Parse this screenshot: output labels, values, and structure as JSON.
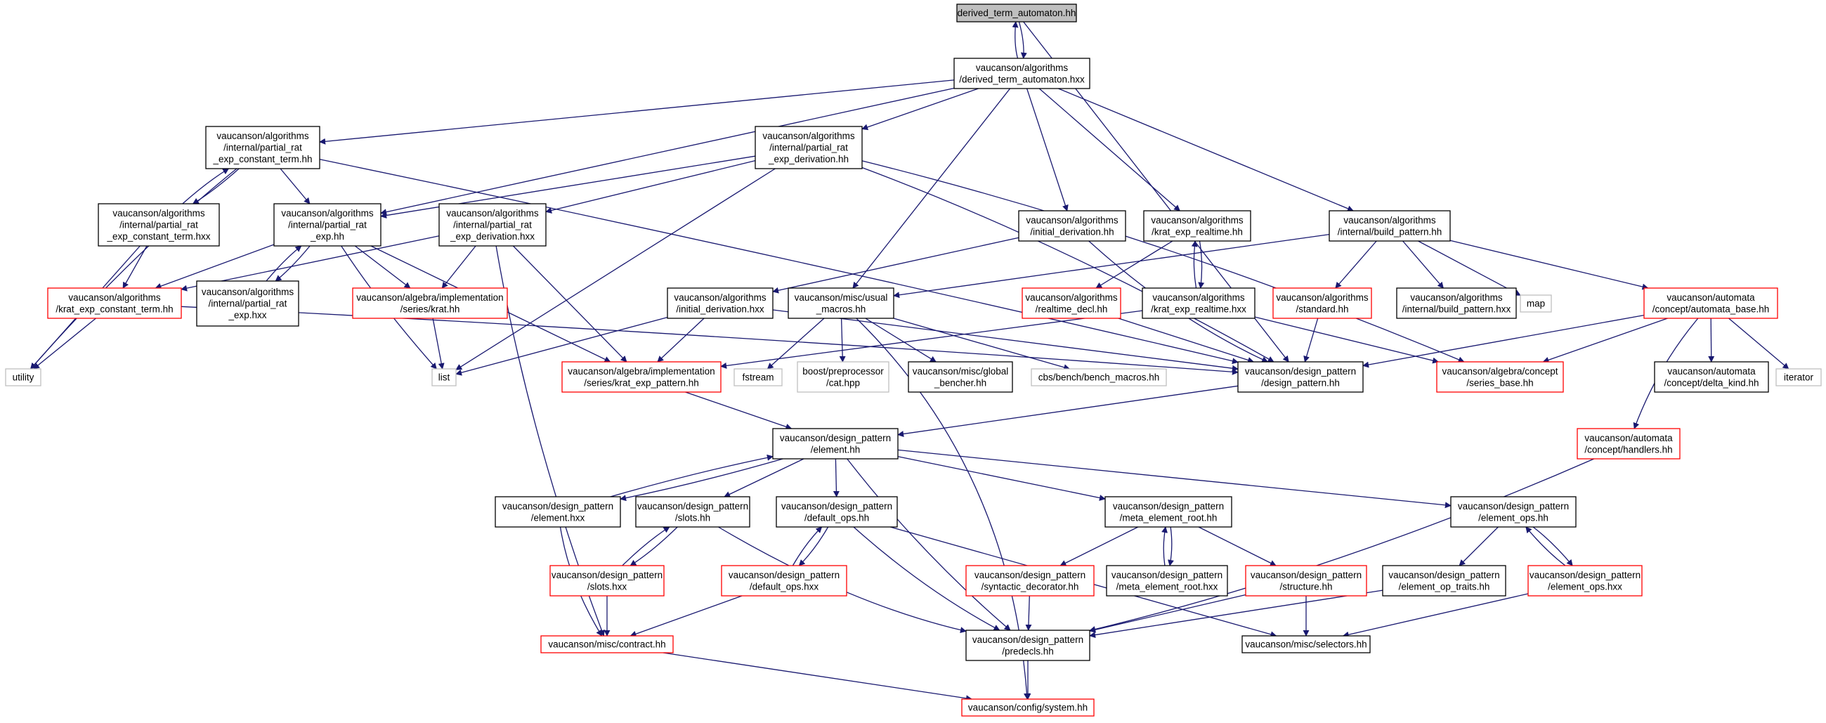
{
  "colors": {
    "edge": "#191970",
    "box_black": "#000000",
    "box_red": "#ff0000",
    "box_gray": "#bfbfbf",
    "root_fill": "#bfbfbf",
    "background": "#ffffff"
  },
  "nodes": {
    "derived_term_automaton_hh": {
      "label": "derived_term_automaton.hh",
      "style": "root"
    },
    "derived_term_automaton_hxx": {
      "label": "vaucanson/algorithms\n/derived_term_automaton.hxx",
      "style": "black"
    },
    "partial_rat_exp_constant_term_hh": {
      "label": "vaucanson/algorithms\n/internal/partial_rat\n_exp_constant_term.hh",
      "style": "black"
    },
    "partial_rat_exp_derivation_hh": {
      "label": "vaucanson/algorithms\n/internal/partial_rat\n_exp_derivation.hh",
      "style": "black"
    },
    "partial_rat_exp_constant_term_hxx": {
      "label": "vaucanson/algorithms\n/internal/partial_rat\n_exp_constant_term.hxx",
      "style": "black"
    },
    "partial_rat_exp_hh": {
      "label": "vaucanson/algorithms\n/internal/partial_rat\n_exp.hh",
      "style": "black"
    },
    "partial_rat_exp_derivation_hxx": {
      "label": "vaucanson/algorithms\n/internal/partial_rat\n_exp_derivation.hxx",
      "style": "black"
    },
    "initial_derivation_hh": {
      "label": "vaucanson/algorithms\n/initial_derivation.hh",
      "style": "black"
    },
    "krat_exp_realtime_hh": {
      "label": "vaucanson/algorithms\n/krat_exp_realtime.hh",
      "style": "black"
    },
    "build_pattern_hh": {
      "label": "vaucanson/algorithms\n/internal/build_pattern.hh",
      "style": "black"
    },
    "krat_exp_constant_term_hh": {
      "label": "vaucanson/algorithms\n/krat_exp_constant_term.hh",
      "style": "red"
    },
    "partial_rat_exp_hxx": {
      "label": "vaucanson/algorithms\n/internal/partial_rat\n_exp.hxx",
      "style": "black"
    },
    "series_krat_hh": {
      "label": "vaucanson/algebra/implementation\n/series/krat.hh",
      "style": "red"
    },
    "initial_derivation_hxx": {
      "label": "vaucanson/algorithms\n/initial_derivation.hxx",
      "style": "black"
    },
    "usual_macros_hh": {
      "label": "vaucanson/misc/usual\n_macros.hh",
      "style": "black"
    },
    "realtime_decl_hh": {
      "label": "vaucanson/algorithms\n/realtime_decl.hh",
      "style": "red"
    },
    "krat_exp_realtime_hxx": {
      "label": "vaucanson/algorithms\n/krat_exp_realtime.hxx",
      "style": "black"
    },
    "standard_hh": {
      "label": "vaucanson/algorithms\n/standard.hh",
      "style": "red"
    },
    "build_pattern_hxx": {
      "label": "vaucanson/algorithms\n/internal/build_pattern.hxx",
      "style": "black"
    },
    "map": {
      "label": "map",
      "style": "gray"
    },
    "automata_base_hh": {
      "label": "vaucanson/automata\n/concept/automata_base.hh",
      "style": "red"
    },
    "utility": {
      "label": "utility",
      "style": "gray"
    },
    "list": {
      "label": "list",
      "style": "gray"
    },
    "krat_exp_pattern_hh": {
      "label": "vaucanson/algebra/implementation\n/series/krat_exp_pattern.hh",
      "style": "red"
    },
    "fstream": {
      "label": "fstream",
      "style": "gray"
    },
    "boost_cat_hpp": {
      "label": "boost/preprocessor\n/cat.hpp",
      "style": "gray"
    },
    "global_bencher_hh": {
      "label": "vaucanson/misc/global\n_bencher.hh",
      "style": "black"
    },
    "cbs_bench_macros_hh": {
      "label": "cbs/bench/bench_macros.hh",
      "style": "gray"
    },
    "design_pattern_hh": {
      "label": "vaucanson/design_pattern\n/design_pattern.hh",
      "style": "black"
    },
    "series_base_hh": {
      "label": "vaucanson/algebra/concept\n/series_base.hh",
      "style": "red"
    },
    "delta_kind_hh": {
      "label": "vaucanson/automata\n/concept/delta_kind.hh",
      "style": "black"
    },
    "iterator": {
      "label": "iterator",
      "style": "gray"
    },
    "element_hh": {
      "label": "vaucanson/design_pattern\n/element.hh",
      "style": "black"
    },
    "handlers_hh": {
      "label": "vaucanson/automata\n/concept/handlers.hh",
      "style": "red"
    },
    "element_hxx": {
      "label": "vaucanson/design_pattern\n/element.hxx",
      "style": "black"
    },
    "slots_hh": {
      "label": "vaucanson/design_pattern\n/slots.hh",
      "style": "black"
    },
    "default_ops_hh": {
      "label": "vaucanson/design_pattern\n/default_ops.hh",
      "style": "black"
    },
    "meta_element_root_hh": {
      "label": "vaucanson/design_pattern\n/meta_element_root.hh",
      "style": "black"
    },
    "element_ops_hh": {
      "label": "vaucanson/design_pattern\n/element_ops.hh",
      "style": "black"
    },
    "slots_hxx": {
      "label": "vaucanson/design_pattern\n/slots.hxx",
      "style": "red"
    },
    "default_ops_hxx": {
      "label": "vaucanson/design_pattern\n/default_ops.hxx",
      "style": "red"
    },
    "syntactic_decorator_hh": {
      "label": "vaucanson/design_pattern\n/syntactic_decorator.hh",
      "style": "red"
    },
    "meta_element_root_hxx": {
      "label": "vaucanson/design_pattern\n/meta_element_root.hxx",
      "style": "black"
    },
    "structure_hh": {
      "label": "vaucanson/design_pattern\n/structure.hh",
      "style": "red"
    },
    "element_op_traits_hh": {
      "label": "vaucanson/design_pattern\n/element_op_traits.hh",
      "style": "black"
    },
    "element_ops_hxx": {
      "label": "vaucanson/design_pattern\n/element_ops.hxx",
      "style": "red"
    },
    "contract_hh": {
      "label": "vaucanson/misc/contract.hh",
      "style": "red"
    },
    "predecls_hh": {
      "label": "vaucanson/design_pattern\n/predecls.hh",
      "style": "black"
    },
    "selectors_hh": {
      "label": "vaucanson/misc/selectors.hh",
      "style": "black"
    },
    "system_hh": {
      "label": "vaucanson/config/system.hh",
      "style": "red"
    }
  }
}
